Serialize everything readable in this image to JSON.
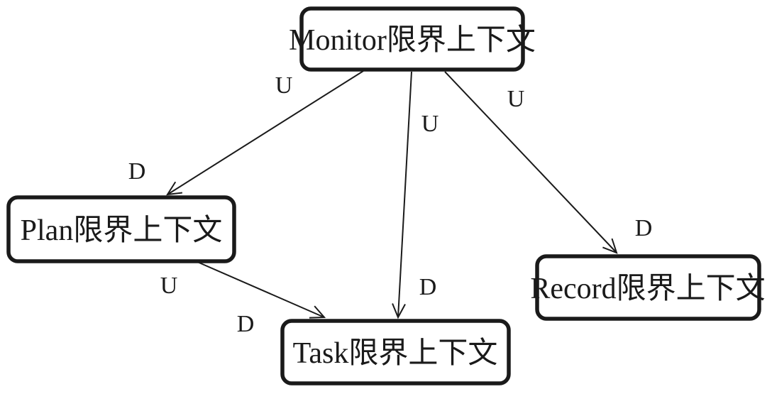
{
  "diagram": {
    "title": "bounded-context-dependency-diagram",
    "nodes": [
      {
        "id": "monitor",
        "label": "Monitor限界上下文"
      },
      {
        "id": "plan",
        "label": "Plan限界上下文"
      },
      {
        "id": "record",
        "label": "Record限界上下文"
      },
      {
        "id": "task",
        "label": "Task限界上下文"
      }
    ],
    "edges": [
      {
        "from": "monitor",
        "to": "plan",
        "from_label": "U",
        "to_label": "D"
      },
      {
        "from": "monitor",
        "to": "task",
        "from_label": "U",
        "to_label": "D"
      },
      {
        "from": "monitor",
        "to": "record",
        "from_label": "U",
        "to_label": "D"
      },
      {
        "from": "plan",
        "to": "task",
        "from_label": "U",
        "to_label": "D"
      }
    ],
    "colors": {
      "background": "#ffffff",
      "box_fill": "#ffffff",
      "box_border": "#1a1a1a",
      "line": "#1a1a1a",
      "text": "#1a1a1a"
    }
  }
}
